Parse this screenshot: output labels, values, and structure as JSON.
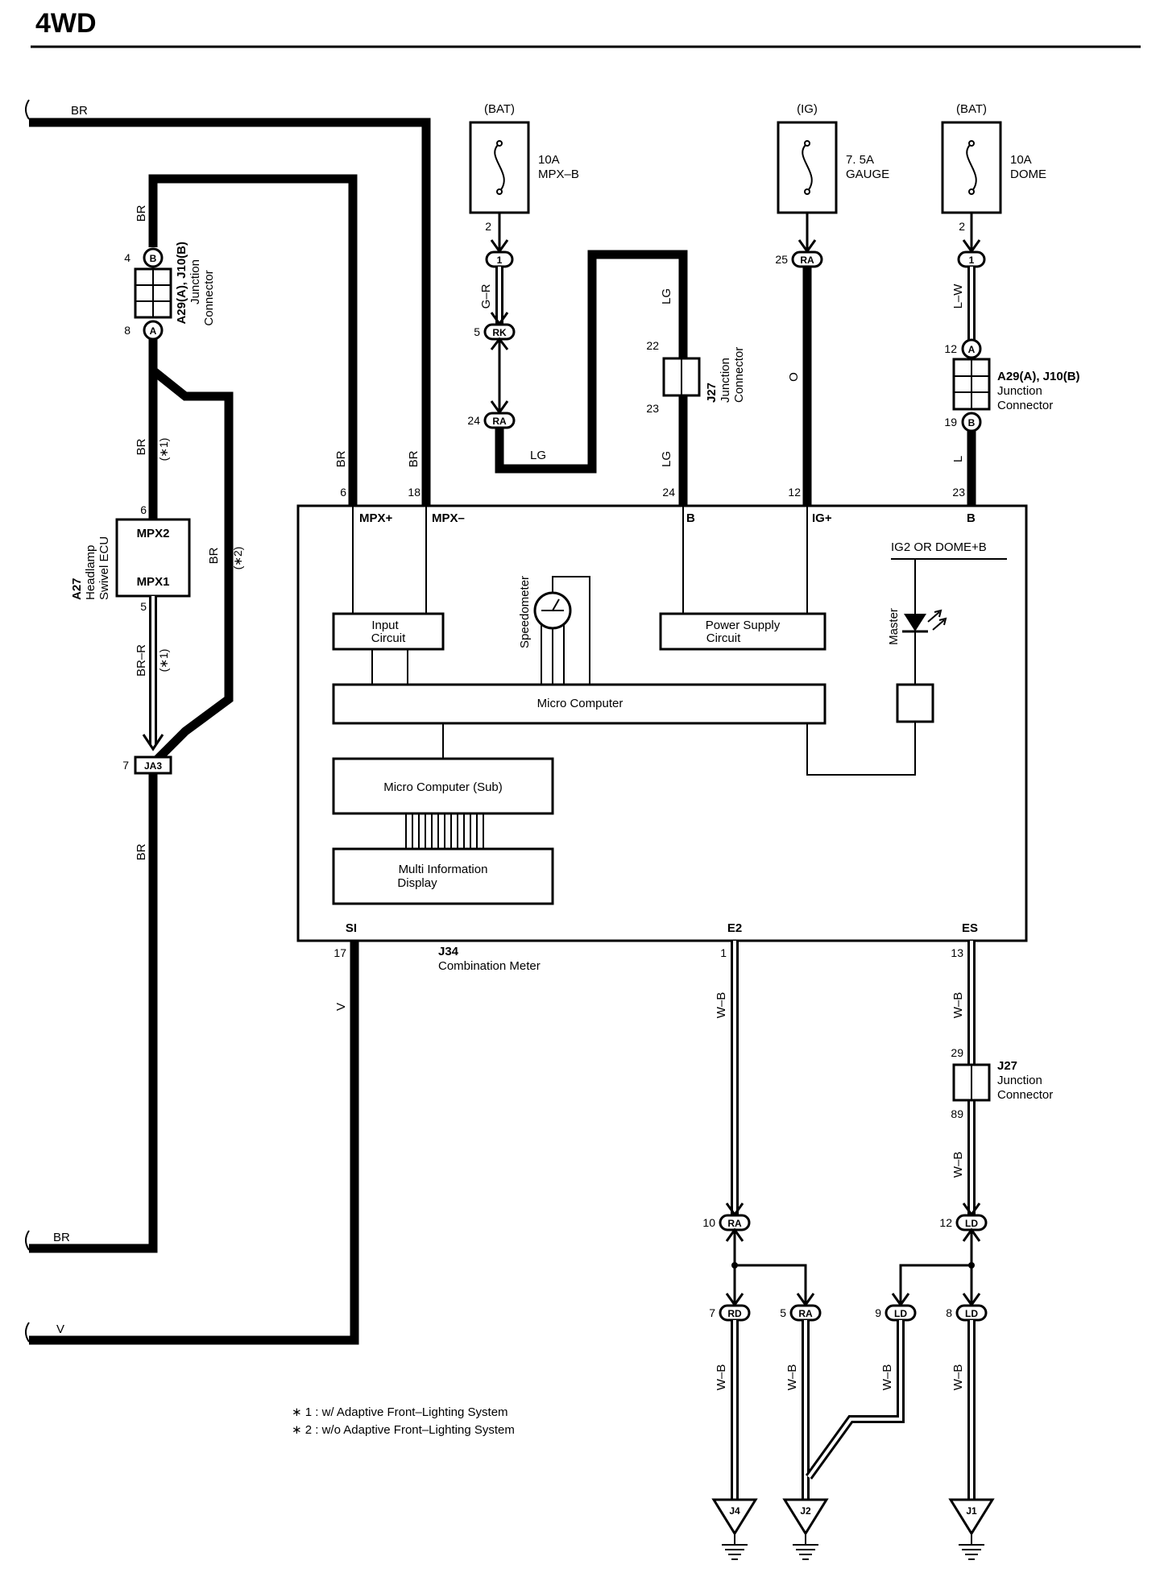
{
  "title": "4WD",
  "sources": {
    "bat_mpx": {
      "label": "(BAT)",
      "rating": "10A",
      "name": "MPX–B",
      "pin": "2"
    },
    "ig_gauge": {
      "label": "(IG)",
      "rating": "7. 5A",
      "name": "GAUGE"
    },
    "bat_dome": {
      "label": "(BAT)",
      "rating": "10A",
      "name": "DOME",
      "pin": "2"
    }
  },
  "wires": {
    "br": "BR",
    "gr": "G–R",
    "lg": "LG",
    "o": "O",
    "lw": "L–W",
    "l": "L",
    "brr": "BR–R",
    "v": "V",
    "wb": "W–B"
  },
  "notes": {
    "n1": "(∗1)",
    "n2": "(∗2)"
  },
  "connectors": {
    "a29_code": "A29(A), J10(B)",
    "j27_code": "J27",
    "junction": "Junction",
    "connector": "Connector",
    "ja3": "JA3",
    "pill_b": "B",
    "pill_a": "A",
    "pill_1": "1",
    "pill_rk": "RK",
    "pill_ra": "RA",
    "pill_rd": "RD",
    "pill_ld": "LD"
  },
  "pins": {
    "p4": "4",
    "p8": "8",
    "p6": "6",
    "p5": "5",
    "p7": "7",
    "p18": "18",
    "p24": "24",
    "p22": "22",
    "p23": "23",
    "p25": "25",
    "p12": "12",
    "p19": "19",
    "p17": "17",
    "p1": "1",
    "p13": "13",
    "p29": "29",
    "p89": "89",
    "p10": "10",
    "p9": "9"
  },
  "a27": {
    "code": "A27",
    "line1": "Headlamp",
    "line2": "Swivel ECU",
    "mpx2": "MPX2",
    "mpx1": "MPX1"
  },
  "meter": {
    "code": "J34",
    "name": "Combination Meter",
    "terminals": {
      "mpx_plus": "MPX+",
      "mpx_minus": "MPX–",
      "b": "B",
      "ig_plus": "IG+",
      "si": "SI",
      "e2": "E2",
      "es": "ES"
    },
    "ig2_label": "IG2 OR DOME+B",
    "input_circuit": [
      "Input",
      "Circuit"
    ],
    "power_circuit": [
      "Power Supply",
      "Circuit"
    ],
    "speedometer": "Speedometer",
    "master": "Master",
    "micro": "Micro Computer",
    "micro_sub": "Micro Computer (Sub)",
    "mid": [
      "Multi Information",
      "Display"
    ]
  },
  "grounds": {
    "j4": "J4",
    "j2": "J2",
    "j1": "J1"
  },
  "footnotes": {
    "n1": "∗ 1 : w/ Adaptive Front–Lighting System",
    "n2": "∗ 2 : w/o Adaptive Front–Lighting System"
  }
}
